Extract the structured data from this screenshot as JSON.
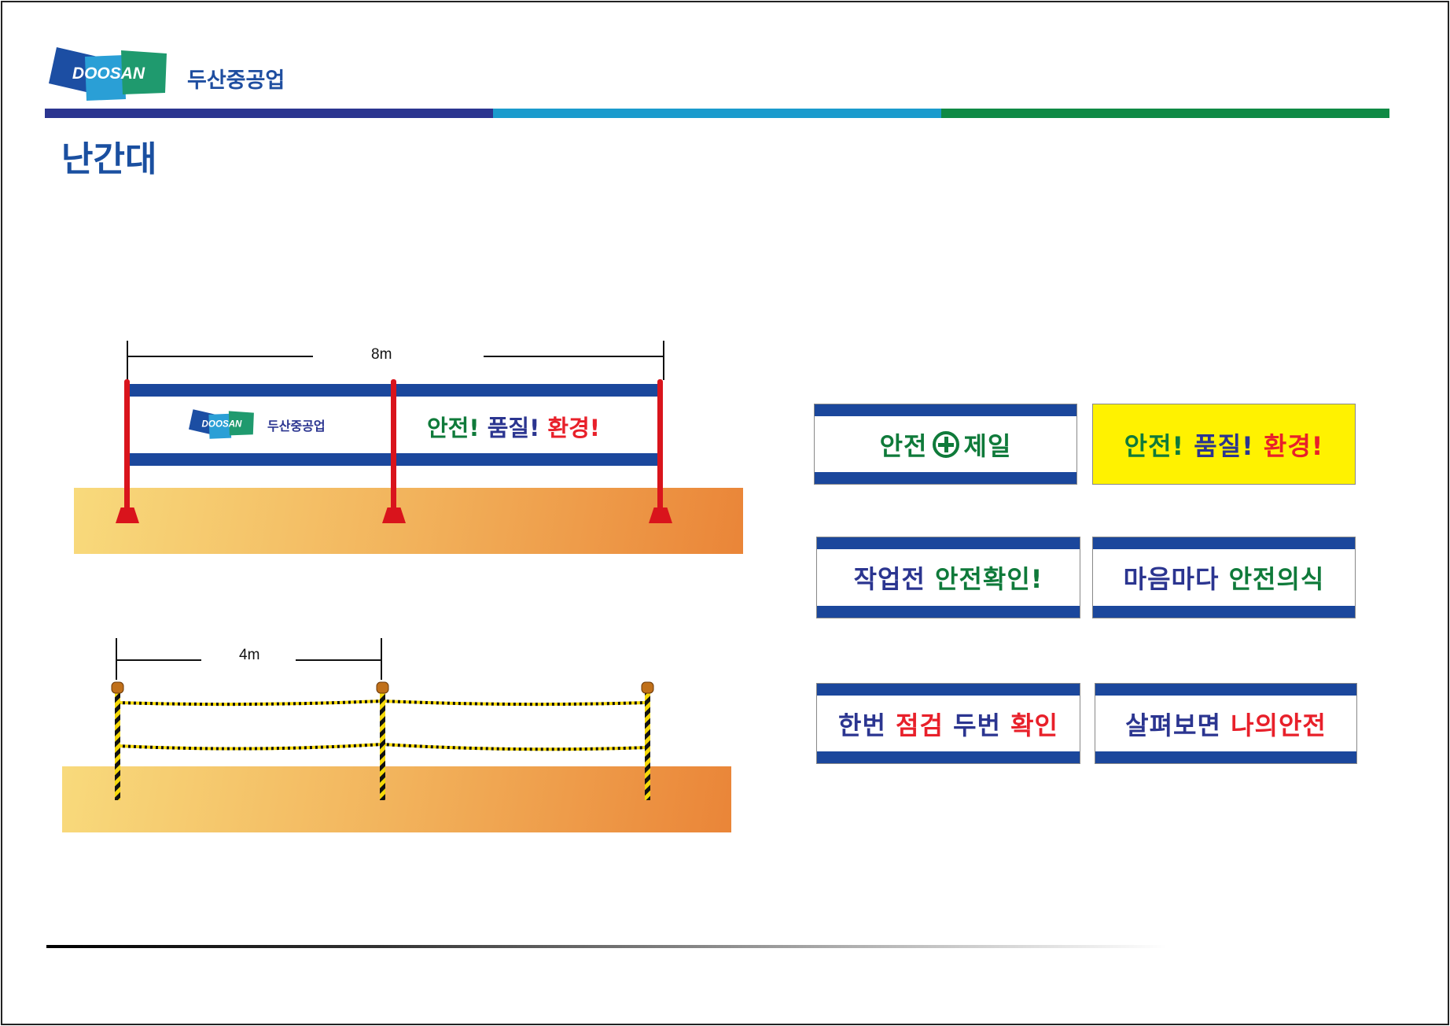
{
  "header": {
    "logo_text": "DOOSAN",
    "company": "두산중공업",
    "title": "난간대"
  },
  "colors": {
    "stripe": [
      "#2b3590",
      "#1a9bcd",
      "#0f8a45"
    ],
    "blue": "#1b479c",
    "green": "#0f7a3a",
    "navy": "#2b3590",
    "red": "#e8202a",
    "yellow": "#fff200"
  },
  "fence1": {
    "dimension": "8m",
    "banner_logo": "DOOSAN",
    "banner_company": "두산중공업",
    "slogan": [
      "안전!",
      "품질!",
      "환경!"
    ]
  },
  "fence2": {
    "dimension": "4m"
  },
  "signs": [
    {
      "parts": [
        "안전",
        "제일"
      ]
    },
    {
      "parts": [
        "안전!",
        "품질!",
        "환경!"
      ]
    },
    {
      "parts": [
        "작업전",
        "안전확인!"
      ]
    },
    {
      "parts": [
        "마음마다",
        "안전의식"
      ]
    },
    {
      "parts": [
        "한번",
        "점검",
        "두번",
        "확인"
      ]
    },
    {
      "parts": [
        "살펴보면",
        "나의안전"
      ]
    }
  ]
}
